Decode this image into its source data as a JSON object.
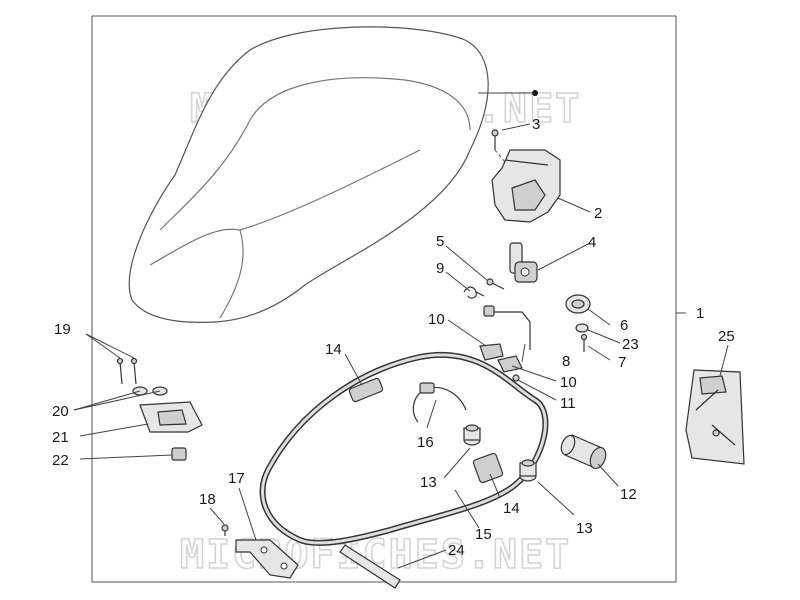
{
  "watermark": {
    "text_top": "MICROFICHES.NET",
    "text_bottom": "MICROFICHES.NET"
  },
  "callouts": {
    "n1": "1",
    "n2": "2",
    "n3": "3",
    "n4": "4",
    "n5": "5",
    "n6": "6",
    "n7": "7",
    "n8": "8",
    "n9": "9",
    "n10a": "10",
    "n10b": "10",
    "n11": "11",
    "n12": "12",
    "n13a": "13",
    "n13b": "13",
    "n14a": "14",
    "n14b": "14",
    "n15": "15",
    "n16": "16",
    "n17": "17",
    "n18": "18",
    "n19": "19",
    "n20": "20",
    "n21": "21",
    "n22": "22",
    "n23": "23",
    "n24": "24",
    "n25": "25"
  }
}
